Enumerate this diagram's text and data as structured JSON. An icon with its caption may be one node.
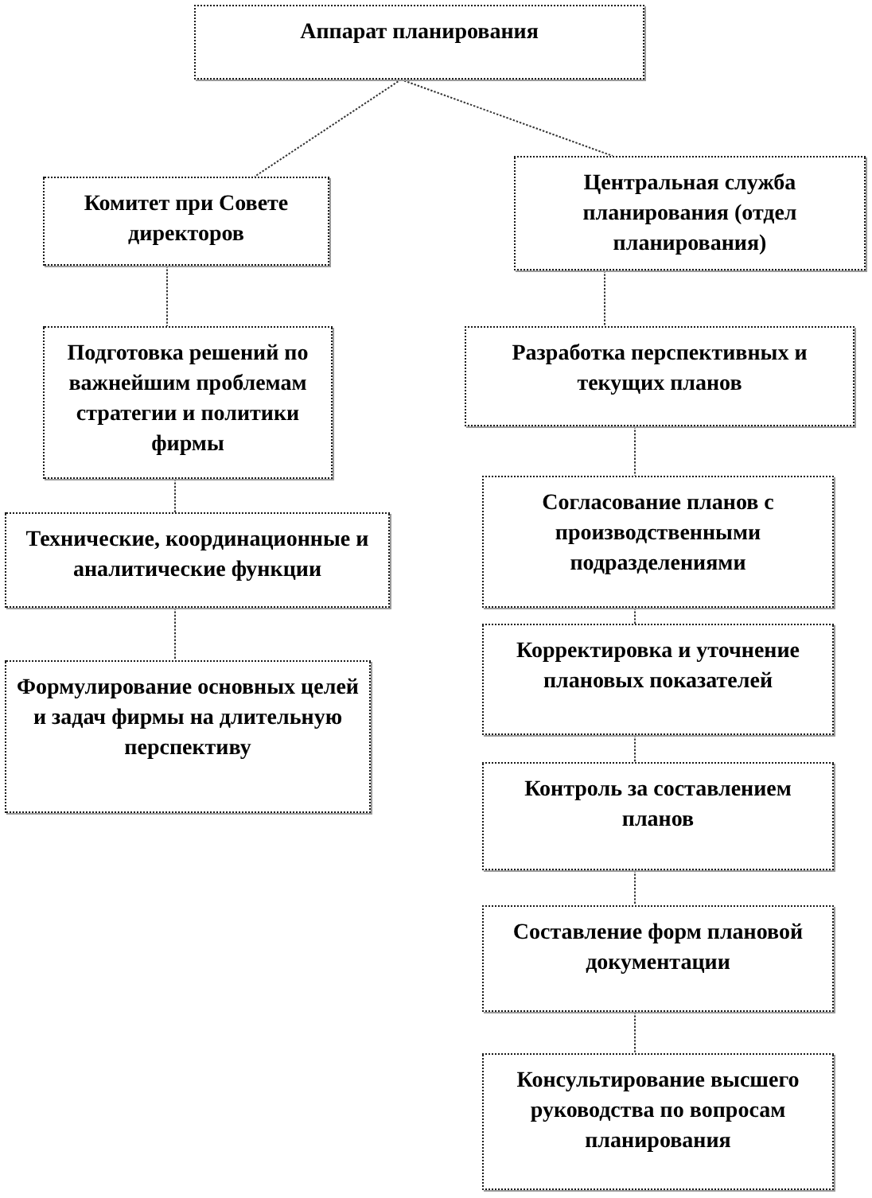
{
  "diagram": {
    "nodes": [
      {
        "text": [
          "Аппарат планирования"
        ]
      },
      {
        "text": [
          "Комитет при Совете директоров"
        ]
      },
      {
        "text": [
          "Центральная служба планирования (отдел планирования)"
        ]
      },
      {
        "text": [
          "Подготовка решений по важнейшим проблемам стратегии и политики фирмы"
        ]
      },
      {
        "text": [
          "Технические, координационные и аналитические функции"
        ]
      },
      {
        "text": [
          "Формулирование основных целей и задач фирмы на длительную перспективу"
        ]
      },
      {
        "text": [
          "Разработка перспективных и текущих планов"
        ]
      },
      {
        "text": [
          "Согласование планов с производственными подразделениями"
        ]
      },
      {
        "text": [
          "Корректировка и уточнение плановых показателей"
        ]
      },
      {
        "text": [
          "Контроль за составлением планов"
        ]
      },
      {
        "text": [
          "Составление форм плановой документации"
        ]
      },
      {
        "text": [
          "Консультирование высшего руководства по вопросам планирования"
        ]
      }
    ],
    "edges": [
      {
        "from": 0,
        "to": 1,
        "arrow": "none"
      },
      {
        "from": 0,
        "to": 2,
        "arrow": "none"
      },
      {
        "from": 1,
        "to": 3,
        "arrow": "none"
      },
      {
        "from": 3,
        "to": 4,
        "arrow": "none"
      },
      {
        "from": 4,
        "to": 5,
        "arrow": "none"
      },
      {
        "from": 2,
        "to": 6,
        "arrow": "none"
      },
      {
        "from": 6,
        "to": 7,
        "arrow": "none"
      },
      {
        "from": 7,
        "to": 8,
        "arrow": "none"
      },
      {
        "from": 8,
        "to": 9,
        "arrow": "none"
      },
      {
        "from": 9,
        "to": 10,
        "arrow": "none"
      },
      {
        "from": 10,
        "to": 11,
        "arrow": "none"
      }
    ]
  }
}
